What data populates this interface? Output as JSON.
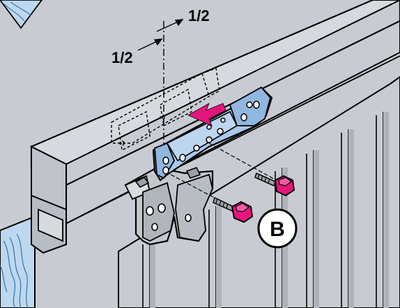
{
  "annotations": {
    "half_top": "1/2",
    "half_left": "1/2"
  },
  "callout": {
    "letter": "B"
  },
  "colors": {
    "steel": "#c8ccd2",
    "steel_dark": "#aeb3ba",
    "bracket_blue": "#a9c9e9",
    "bracket_gray": "#c4c8cd",
    "wood": "#bcd8f0",
    "screw_head": "#e6157d",
    "arrow": "#e6157d",
    "line": "#000000"
  },
  "icons": {
    "arrow": "push-direction-arrow",
    "screw": "hex-head-screw"
  }
}
